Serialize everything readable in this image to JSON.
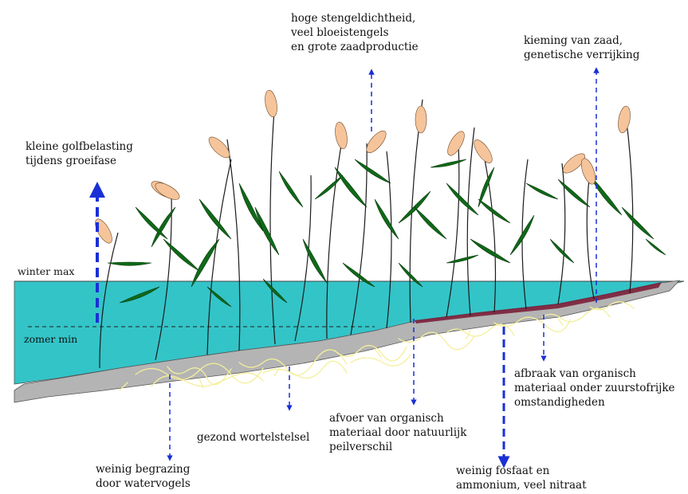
{
  "levels": {
    "winter_max": "winter max",
    "zomer_min": "zomer min"
  },
  "labels": {
    "golfbelasting": [
      "kleine golfbelasting",
      "tijdens groeifase"
    ],
    "stengeldichtheid": [
      "hoge stengeldichtheid,",
      "veel bloeistengels",
      "en grote zaadproductie"
    ],
    "kieming": [
      "kieming van zaad,",
      "genetische verrijking"
    ],
    "afbraak": [
      "afbraak van organisch",
      "materiaal onder zuurstofrijke",
      "omstandigheden"
    ],
    "wortelstelsel": [
      "gezond wortelstelsel"
    ],
    "afvoer": [
      "afvoer van organisch",
      "materiaal door natuurlijk",
      "peilverschil"
    ],
    "begrazing": [
      "weinig begrazing",
      "door watervogels"
    ],
    "fosfaat": [
      "weinig fosfaat en",
      "ammonium, veel nitraat"
    ]
  },
  "colors": {
    "water": "#33c4c8",
    "soil": "#b4b4b4",
    "roots": "#f4ef9c",
    "leaf": "#0f6a17",
    "plume": "#f6c49a",
    "arrow": "#1a2fd6",
    "organic_layer": "#7a1f3a"
  },
  "icons": [
    "arrow-up-icon",
    "arrow-down-icon",
    "reed-plant-icon"
  ]
}
